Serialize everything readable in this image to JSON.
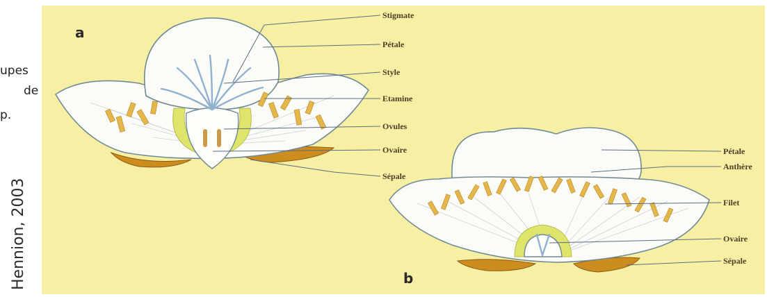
{
  "side_text": [
    "upes",
    "de",
    "p."
  ],
  "credit": "Hennion, 2003",
  "figure": {
    "panel_a": {
      "letter": "a",
      "labels": [
        "Stigmate",
        "Pétale",
        "Style",
        "Etamine",
        "Ovules",
        "Ovaire",
        "Sépale"
      ]
    },
    "panel_b": {
      "letter": "b",
      "labels": [
        "Pétale",
        "Anthère",
        "Filet",
        "Ovaire",
        "Sépale"
      ]
    }
  },
  "colors": {
    "background": "#f7efa4",
    "petal": "#fbfbf7",
    "sepal": "#cd8c1e",
    "stamen": "#e5b64a",
    "ovule_ring": "#dfe46a",
    "style": "#8fb1cf"
  }
}
